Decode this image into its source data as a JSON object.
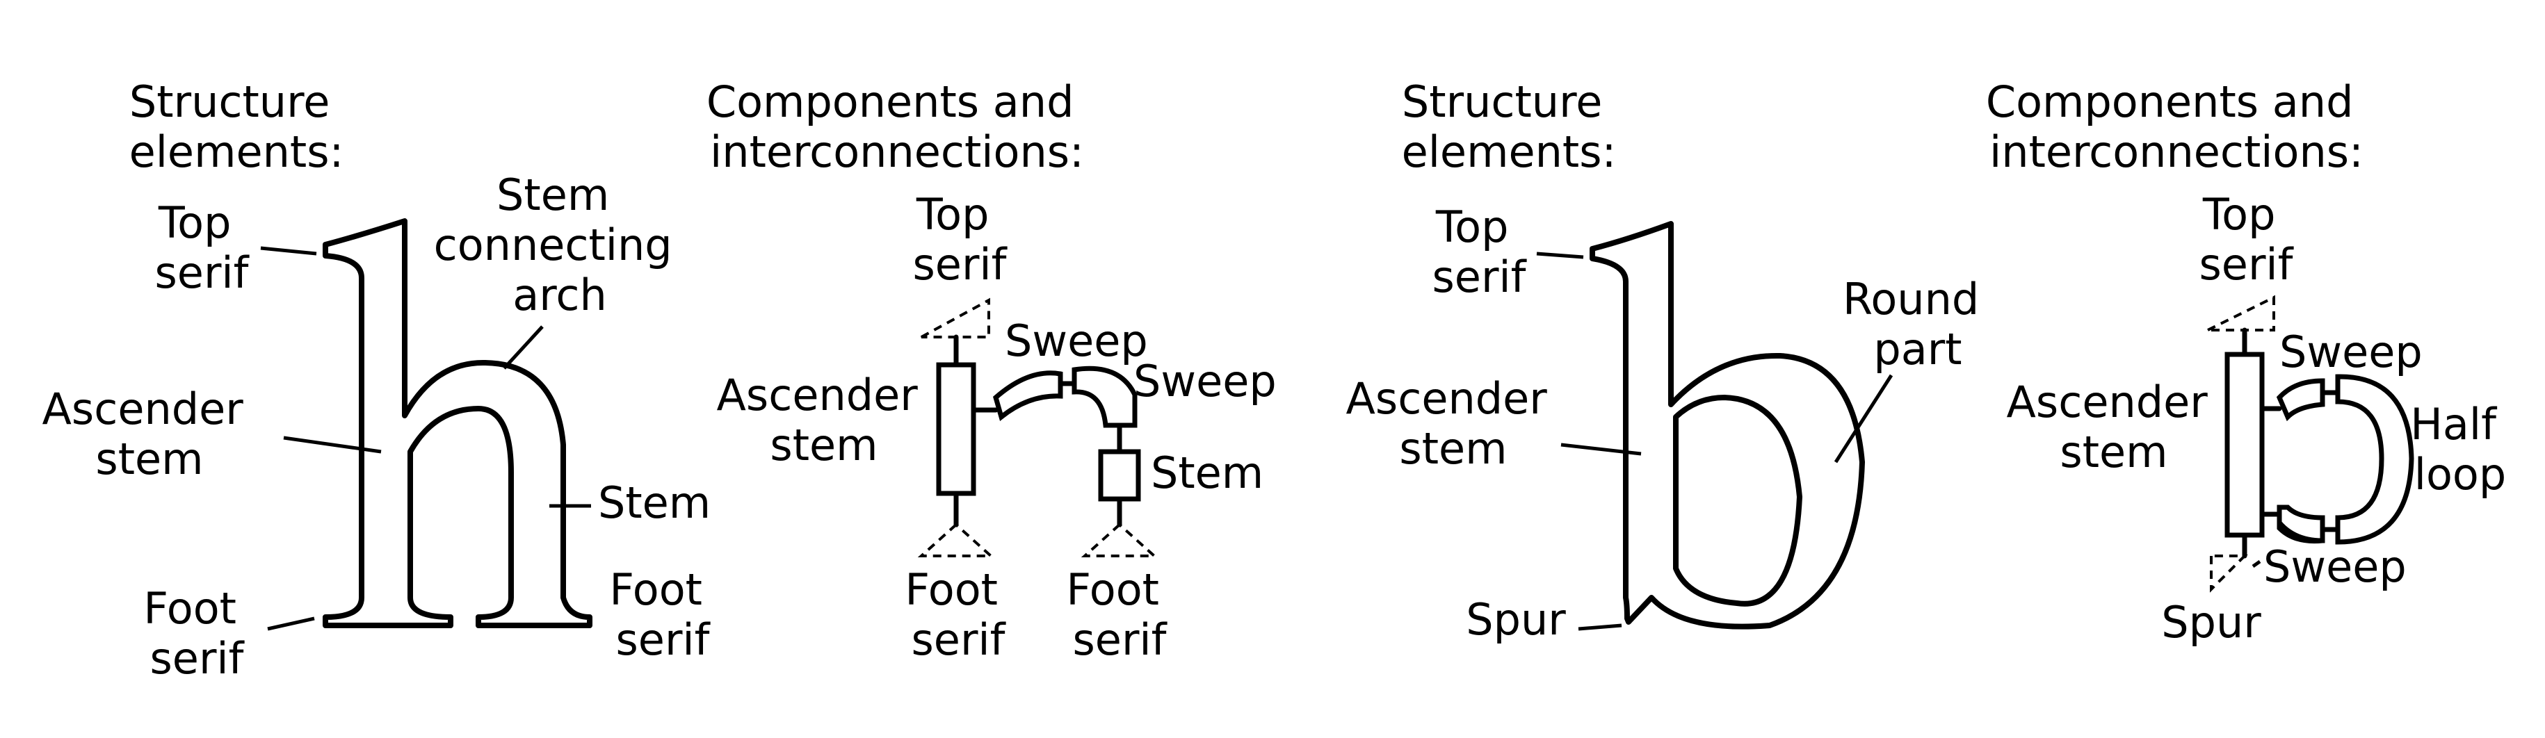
{
  "panel1": {
    "heading": [
      "Structure",
      "elements:"
    ],
    "top_serif": [
      "Top",
      "serif"
    ],
    "stem_connecting_arch": [
      "Stem",
      "connecting",
      "arch"
    ],
    "ascender_stem": [
      "Ascender",
      "stem"
    ],
    "stem": "Stem",
    "foot_serif_left": [
      "Foot",
      "serif"
    ],
    "foot_serif_right": [
      "Foot",
      "serif"
    ]
  },
  "panel2": {
    "heading": [
      "Components and",
      "interconnections:"
    ],
    "top_serif": [
      "Top",
      "serif"
    ],
    "sweep_1": "Sweep",
    "sweep_2": "Sweep",
    "ascender_stem": [
      "Ascender",
      "stem"
    ],
    "stem": "Stem",
    "foot_serif_left": [
      "Foot",
      "serif"
    ],
    "foot_serif_right": [
      "Foot",
      "serif"
    ]
  },
  "panel3": {
    "heading": [
      "Structure",
      "elements:"
    ],
    "top_serif": [
      "Top",
      "serif"
    ],
    "round_part": [
      "Round",
      "part"
    ],
    "ascender_stem": [
      "Ascender",
      "stem"
    ],
    "spur": "Spur"
  },
  "panel4": {
    "heading": [
      "Components and",
      "interconnections:"
    ],
    "top_serif": [
      "Top",
      "serif"
    ],
    "sweep_top": "Sweep",
    "ascender_stem": [
      "Ascender",
      "stem"
    ],
    "half_loop": [
      "Half",
      "loop"
    ],
    "sweep_bottom": "Sweep",
    "spur": "Spur"
  }
}
